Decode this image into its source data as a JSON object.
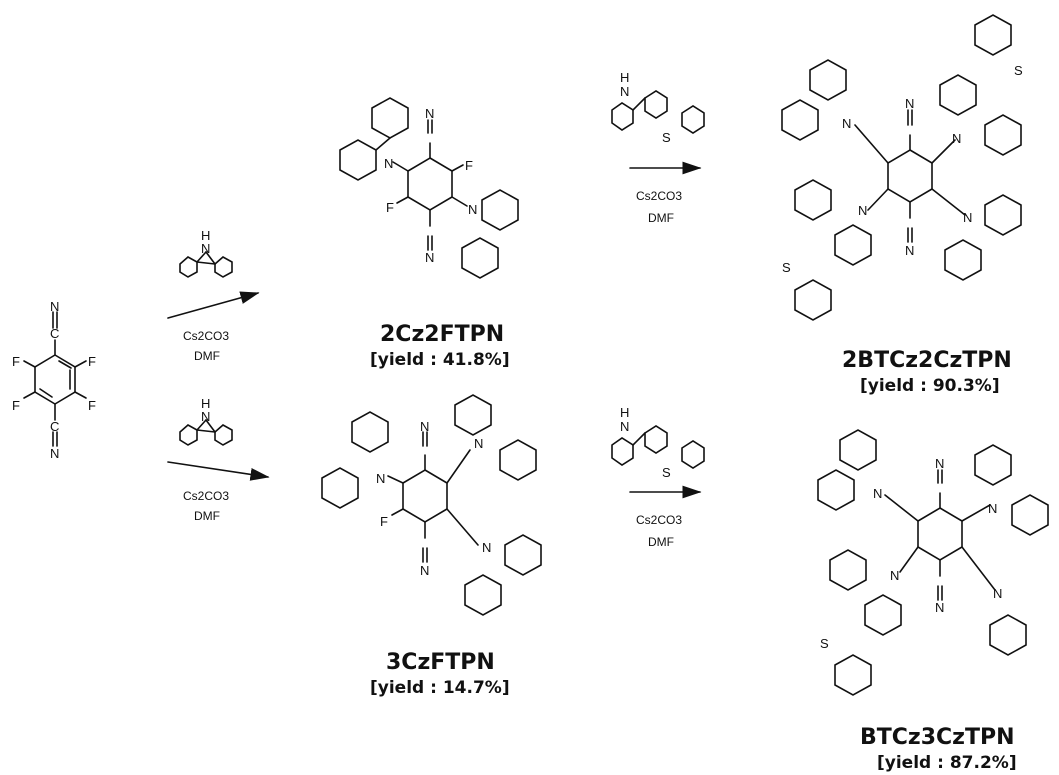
{
  "start": {
    "atoms": {
      "n_top": "N",
      "c_top": "C",
      "c_bot": "C",
      "n_bot": "N",
      "f1": "F",
      "f2": "F",
      "f3": "F",
      "f4": "F"
    }
  },
  "reagents": {
    "carbazole_nh": "H N",
    "base": "Cs2CO3",
    "solvent": "DMF",
    "btcz_nh": "H N",
    "btcz_s": "S"
  },
  "compounds": [
    {
      "id": "2Cz2FTPN",
      "name": "2Cz2FTPN",
      "yield": "[yield : 41.8%]"
    },
    {
      "id": "3CzFTPN",
      "name": "3CzFTPN",
      "yield": "[yield : 14.7%]"
    },
    {
      "id": "2BTCz2CzTPN",
      "name": "2BTCz2CzTPN",
      "yield": "[yield : 90.3%]"
    },
    {
      "id": "BTCz3CzTPN",
      "name": "BTCz3CzTPN",
      "yield": "[yield : 87.2%]"
    }
  ],
  "atom_labels": {
    "N": "N",
    "C": "C",
    "F": "F",
    "S": "S",
    "H": "H"
  }
}
